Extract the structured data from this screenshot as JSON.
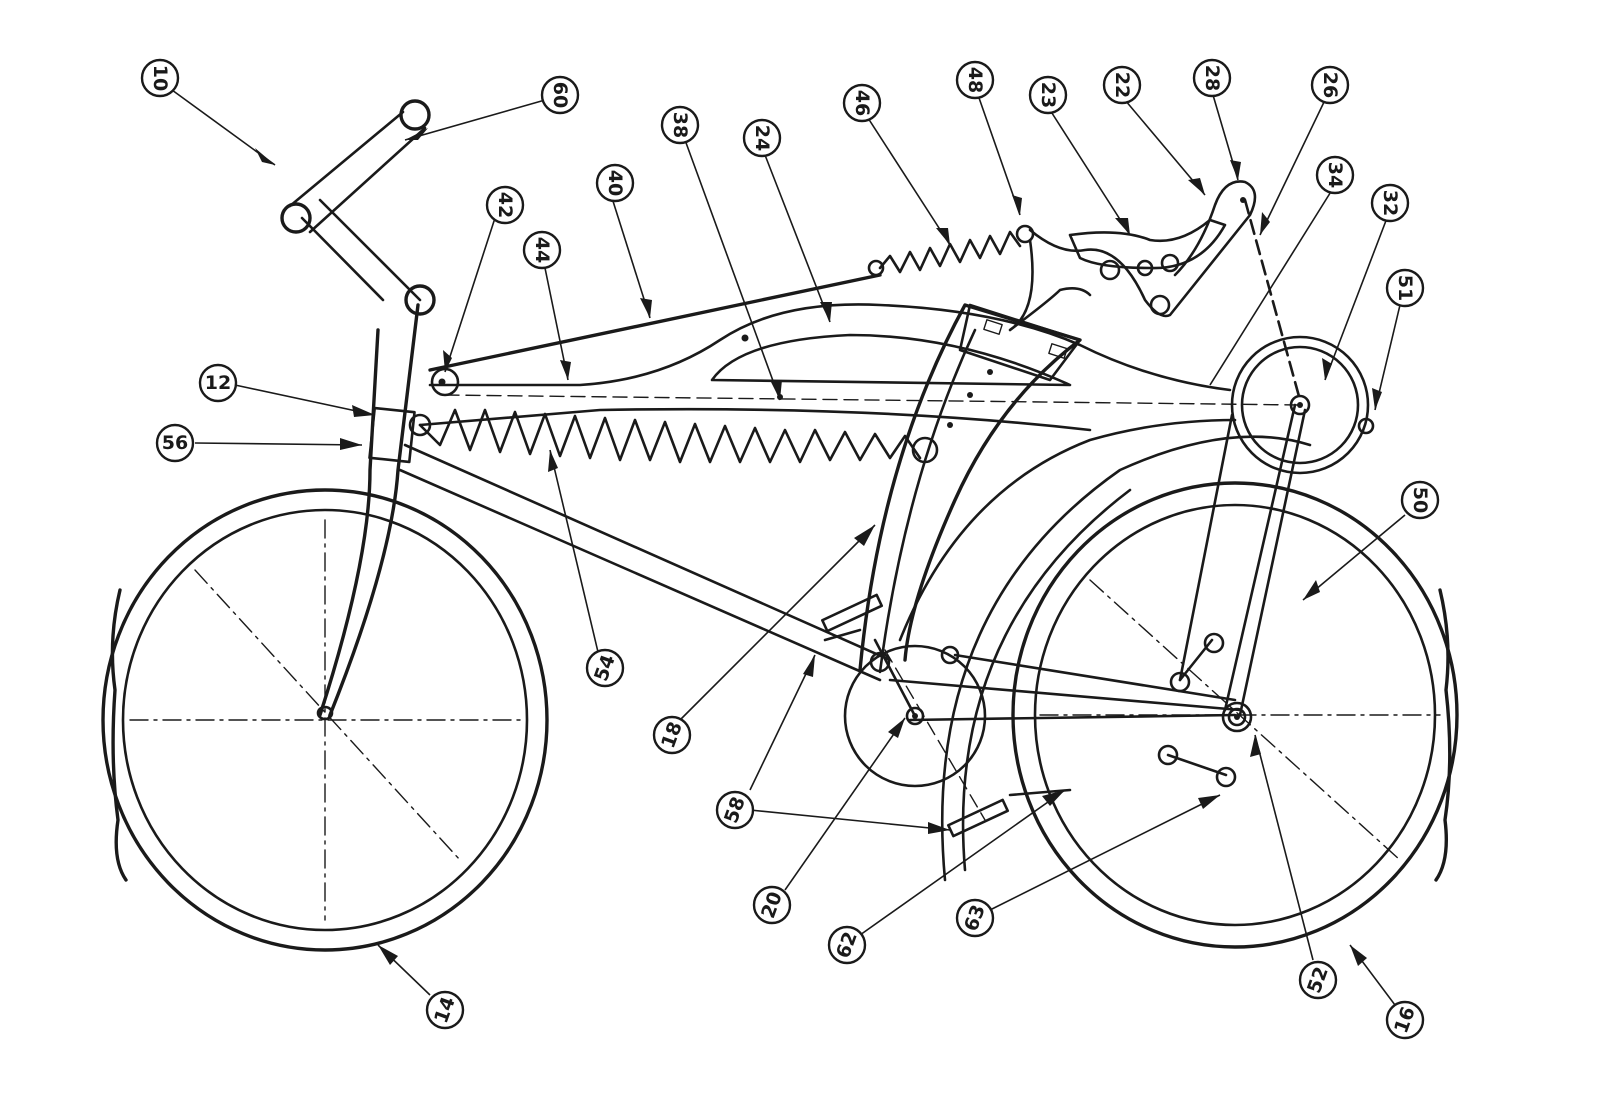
{
  "diagram": {
    "labels": [
      {
        "id": "10",
        "text": "10"
      },
      {
        "id": "60",
        "text": "60"
      },
      {
        "id": "42",
        "text": "42"
      },
      {
        "id": "44",
        "text": "44"
      },
      {
        "id": "40",
        "text": "40"
      },
      {
        "id": "38",
        "text": "38"
      },
      {
        "id": "24",
        "text": "24"
      },
      {
        "id": "46",
        "text": "46"
      },
      {
        "id": "48",
        "text": "48"
      },
      {
        "id": "23",
        "text": "23"
      },
      {
        "id": "22",
        "text": "22"
      },
      {
        "id": "28",
        "text": "28"
      },
      {
        "id": "26",
        "text": "26"
      },
      {
        "id": "34",
        "text": "34"
      },
      {
        "id": "32",
        "text": "32"
      },
      {
        "id": "51",
        "text": "51"
      },
      {
        "id": "12",
        "text": "12"
      },
      {
        "id": "56",
        "text": "56"
      },
      {
        "id": "50",
        "text": "50"
      },
      {
        "id": "54",
        "text": "54"
      },
      {
        "id": "18",
        "text": "18"
      },
      {
        "id": "58",
        "text": "58"
      },
      {
        "id": "20",
        "text": "20"
      },
      {
        "id": "62",
        "text": "62"
      },
      {
        "id": "63",
        "text": "63"
      },
      {
        "id": "52",
        "text": "52"
      },
      {
        "id": "14",
        "text": "14"
      },
      {
        "id": "16",
        "text": "16"
      }
    ]
  }
}
